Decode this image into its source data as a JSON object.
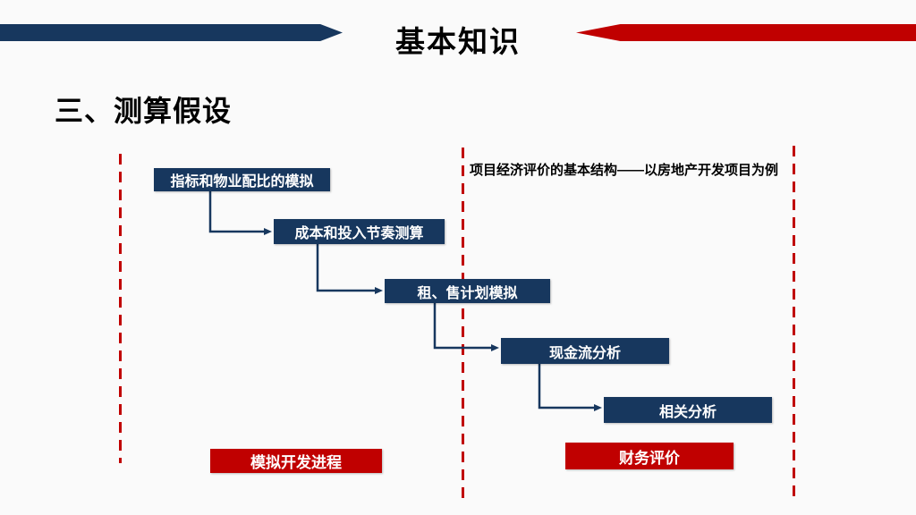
{
  "colors": {
    "navy": "#17375E",
    "red": "#C00000",
    "background": "#FAFAFA",
    "white": "#FFFFFF"
  },
  "header": {
    "title": "基本知识"
  },
  "section": {
    "title": "三、测算假设"
  },
  "diagram": {
    "caption": "项目经济评价的基本结构——以房地产开发项目为例",
    "steps": [
      {
        "label": "指标和物业配比的模拟"
      },
      {
        "label": "成本和投入节奏测算"
      },
      {
        "label": "租、售计划模拟"
      },
      {
        "label": "现金流分析"
      },
      {
        "label": "相关分析"
      }
    ],
    "stages": [
      {
        "label": "模拟开发进程"
      },
      {
        "label": "财务评价"
      }
    ]
  }
}
